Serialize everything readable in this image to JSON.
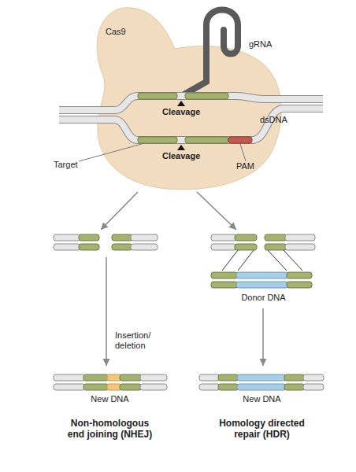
{
  "diagram": {
    "nodes": [
      {
        "text": [
          "Cas9"
        ]
      },
      {
        "text": [
          "Donor DNA"
        ]
      },
      {
        "text": [
          "New DNA",
          "Non-homologous end joining (NHEJ)"
        ]
      },
      {
        "text": [
          "New DNA",
          "Homology directed repair (HDR)"
        ]
      }
    ],
    "edges": [
      {
        "from": 0,
        "to": 1,
        "arrow": "to"
      },
      {
        "from": 0,
        "to": 2,
        "arrow": "to",
        "label": "Insertion/ deletion"
      },
      {
        "from": 1,
        "to": 3,
        "arrow": "to"
      }
    ],
    "labels": [
      "gRNA",
      "Cleavage",
      "Cleavage",
      "dsDNA",
      "Target",
      "PAM"
    ]
  }
}
